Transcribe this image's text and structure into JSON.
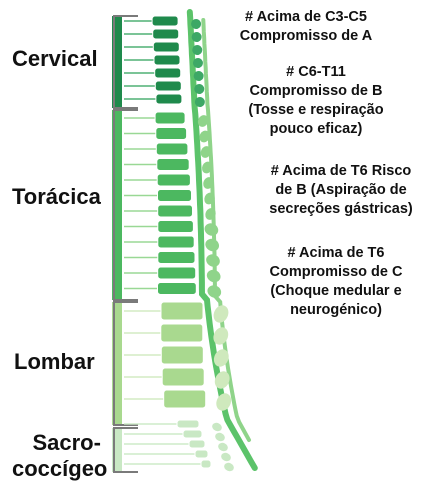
{
  "regions": {
    "cervical": "Cervical",
    "thoracic": "Torácica",
    "lumbar": "Lombar",
    "sacral_line1": "Sacro-",
    "sacral_line2": "coccígeo"
  },
  "notes": [
    {
      "lines": [
        "# Acima de C3-C5",
        "Compromisso de A"
      ]
    },
    {
      "lines": [
        "# C6-T11",
        "Compromisso de B",
        "(Tosse e respiração",
        "pouco eficaz)"
      ]
    },
    {
      "lines": [
        "# Acima de T6 Risco",
        "de B (Aspiração de",
        "secreções gástricas)"
      ]
    },
    {
      "lines": [
        "# Acima de T6",
        "Compromisso de C",
        "(Choque medular e",
        "neurogénico)"
      ]
    }
  ],
  "colors": {
    "cervical": "#1f8a4c",
    "cervical_light": "#3da866",
    "thoracic": "#4cb860",
    "thoracic_light": "#8fd48a",
    "lumbar": "#a9d98f",
    "lumbar_light": "#cfe9bd",
    "sacral": "#c9e8c4",
    "cord": "#5cc36a",
    "bracket": "#7a7a7a"
  }
}
